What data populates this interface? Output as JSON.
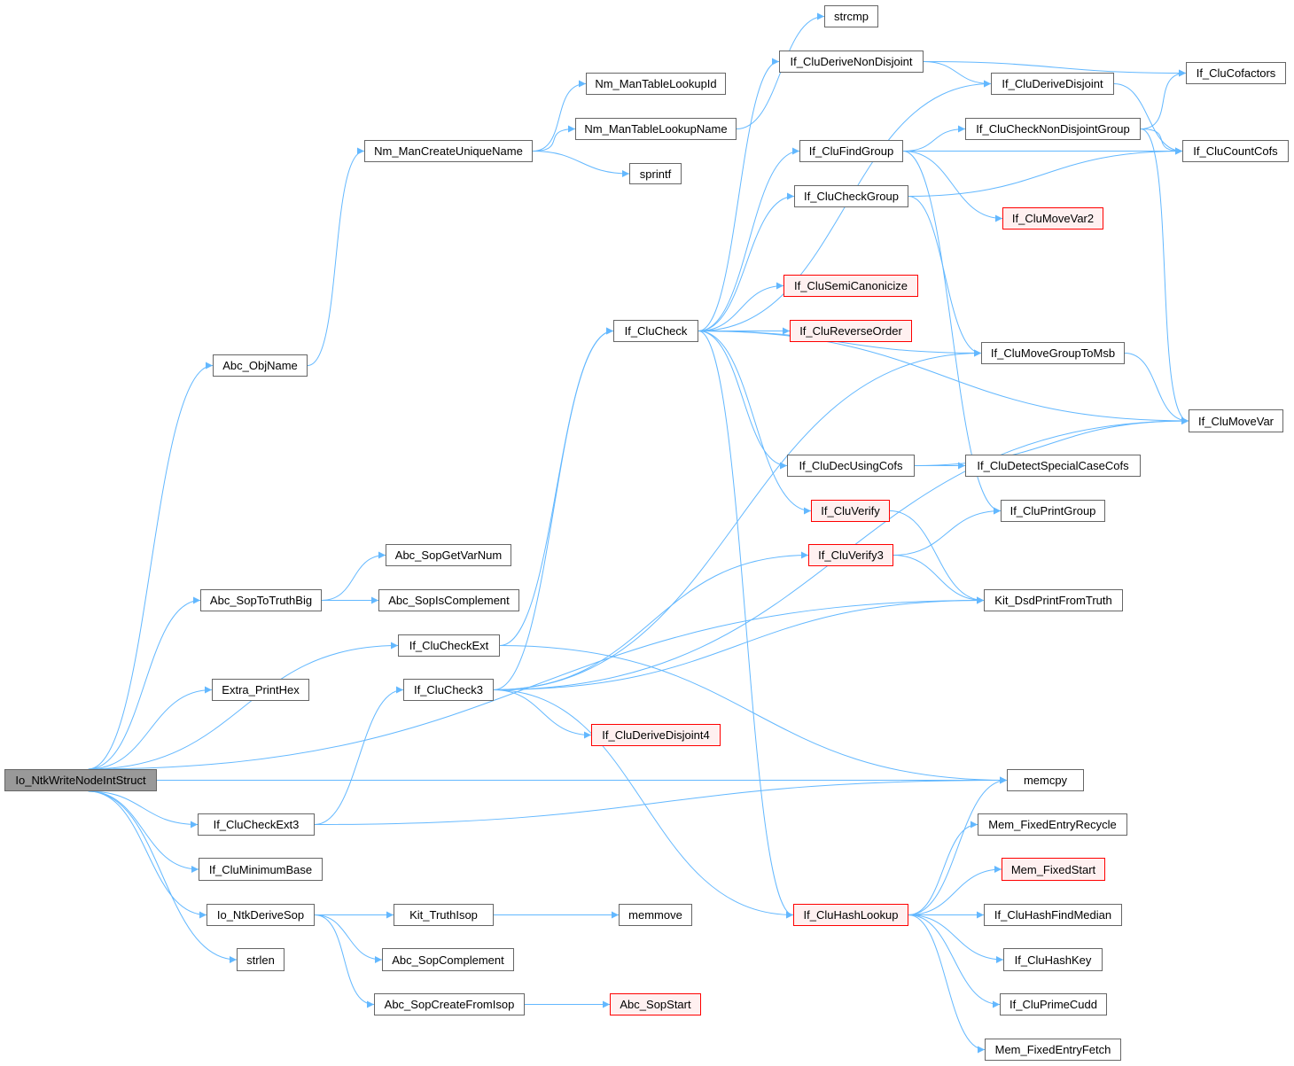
{
  "colors": {
    "edge": "#63b8ff",
    "node_border": "#666666",
    "red_border": "#ff0000",
    "red_fill": "#fff0f0",
    "root_fill": "#999999"
  },
  "nodes": [
    {
      "id": "n0",
      "label": "Io_NtkWriteNodeIntStruct",
      "style": "root"
    },
    {
      "id": "n1",
      "label": "Abc_ObjName",
      "style": "normal"
    },
    {
      "id": "n2",
      "label": "Nm_ManCreateUniqueName",
      "style": "normal"
    },
    {
      "id": "n3",
      "label": "Nm_ManTableLookupId",
      "style": "normal"
    },
    {
      "id": "n4",
      "label": "Nm_ManTableLookupName",
      "style": "normal"
    },
    {
      "id": "n5",
      "label": "sprintf",
      "style": "normal"
    },
    {
      "id": "n6",
      "label": "strcmp",
      "style": "normal"
    },
    {
      "id": "n7",
      "label": "Abc_SopGetVarNum",
      "style": "normal"
    },
    {
      "id": "n8",
      "label": "Abc_SopToTruthBig",
      "style": "normal"
    },
    {
      "id": "n9",
      "label": "Abc_SopIsComplement",
      "style": "normal"
    },
    {
      "id": "n10",
      "label": "If_CluCheckExt",
      "style": "normal"
    },
    {
      "id": "n11",
      "label": "Extra_PrintHex",
      "style": "normal"
    },
    {
      "id": "n12",
      "label": "If_CluCheck3",
      "style": "normal"
    },
    {
      "id": "n13",
      "label": "If_CluDeriveDisjoint4",
      "style": "red"
    },
    {
      "id": "n14",
      "label": "If_CluCheckExt3",
      "style": "normal"
    },
    {
      "id": "n15",
      "label": "If_CluMinimumBase",
      "style": "normal"
    },
    {
      "id": "n16",
      "label": "Io_NtkDeriveSop",
      "style": "normal"
    },
    {
      "id": "n17",
      "label": "Kit_TruthIsop",
      "style": "normal"
    },
    {
      "id": "n18",
      "label": "memmove",
      "style": "normal"
    },
    {
      "id": "n19",
      "label": "strlen",
      "style": "normal"
    },
    {
      "id": "n20",
      "label": "Abc_SopComplement",
      "style": "normal"
    },
    {
      "id": "n21",
      "label": "Abc_SopCreateFromIsop",
      "style": "normal"
    },
    {
      "id": "n22",
      "label": "Abc_SopStart",
      "style": "red"
    },
    {
      "id": "n23",
      "label": "If_CluCheck",
      "style": "normal"
    },
    {
      "id": "n24",
      "label": "If_CluDeriveNonDisjoint",
      "style": "normal"
    },
    {
      "id": "n25",
      "label": "If_CluDeriveDisjoint",
      "style": "normal"
    },
    {
      "id": "n26",
      "label": "If_CluCofactors",
      "style": "normal"
    },
    {
      "id": "n27",
      "label": "If_CluCheckNonDisjointGroup",
      "style": "normal"
    },
    {
      "id": "n28",
      "label": "If_CluCountCofs",
      "style": "normal"
    },
    {
      "id": "n29",
      "label": "If_CluFindGroup",
      "style": "normal"
    },
    {
      "id": "n30",
      "label": "If_CluCheckGroup",
      "style": "normal"
    },
    {
      "id": "n31",
      "label": "If_CluMoveVar2",
      "style": "red"
    },
    {
      "id": "n32",
      "label": "If_CluSemiCanonicize",
      "style": "red"
    },
    {
      "id": "n33",
      "label": "If_CluReverseOrder",
      "style": "red"
    },
    {
      "id": "n34",
      "label": "If_CluMoveGroupToMsb",
      "style": "normal"
    },
    {
      "id": "n35",
      "label": "If_CluMoveVar",
      "style": "normal"
    },
    {
      "id": "n36",
      "label": "If_CluDecUsingCofs",
      "style": "normal"
    },
    {
      "id": "n37",
      "label": "If_CluDetectSpecialCaseCofs",
      "style": "normal"
    },
    {
      "id": "n38",
      "label": "If_CluVerify",
      "style": "red"
    },
    {
      "id": "n39",
      "label": "If_CluPrintGroup",
      "style": "normal"
    },
    {
      "id": "n40",
      "label": "If_CluVerify3",
      "style": "red"
    },
    {
      "id": "n41",
      "label": "Kit_DsdPrintFromTruth",
      "style": "normal"
    },
    {
      "id": "n42",
      "label": "memcpy",
      "style": "normal"
    },
    {
      "id": "n43",
      "label": "Mem_FixedEntryRecycle",
      "style": "normal"
    },
    {
      "id": "n44",
      "label": "Mem_FixedStart",
      "style": "red"
    },
    {
      "id": "n45",
      "label": "If_CluHashLookup",
      "style": "red"
    },
    {
      "id": "n46",
      "label": "If_CluHashFindMedian",
      "style": "normal"
    },
    {
      "id": "n47",
      "label": "If_CluHashKey",
      "style": "normal"
    },
    {
      "id": "n48",
      "label": "If_CluPrimeCudd",
      "style": "normal"
    },
    {
      "id": "n49",
      "label": "Mem_FixedEntryFetch",
      "style": "normal"
    }
  ],
  "edges": [
    [
      "n0",
      "n1"
    ],
    [
      "n0",
      "n8"
    ],
    [
      "n0",
      "n11"
    ],
    [
      "n0",
      "n10"
    ],
    [
      "n0",
      "n41"
    ],
    [
      "n0",
      "n42"
    ],
    [
      "n0",
      "n14"
    ],
    [
      "n0",
      "n15"
    ],
    [
      "n0",
      "n16"
    ],
    [
      "n0",
      "n19"
    ],
    [
      "n1",
      "n2"
    ],
    [
      "n2",
      "n3"
    ],
    [
      "n2",
      "n4"
    ],
    [
      "n2",
      "n5"
    ],
    [
      "n4",
      "n6"
    ],
    [
      "n8",
      "n7"
    ],
    [
      "n8",
      "n9"
    ],
    [
      "n10",
      "n23"
    ],
    [
      "n10",
      "n42"
    ],
    [
      "n14",
      "n12"
    ],
    [
      "n14",
      "n42"
    ],
    [
      "n12",
      "n23"
    ],
    [
      "n12",
      "n34"
    ],
    [
      "n12",
      "n40"
    ],
    [
      "n12",
      "n41"
    ],
    [
      "n12",
      "n35"
    ],
    [
      "n12",
      "n13"
    ],
    [
      "n12",
      "n45"
    ],
    [
      "n16",
      "n17"
    ],
    [
      "n16",
      "n20"
    ],
    [
      "n16",
      "n21"
    ],
    [
      "n17",
      "n18"
    ],
    [
      "n21",
      "n22"
    ],
    [
      "n23",
      "n24"
    ],
    [
      "n23",
      "n25"
    ],
    [
      "n23",
      "n29"
    ],
    [
      "n23",
      "n30"
    ],
    [
      "n23",
      "n34"
    ],
    [
      "n23",
      "n32"
    ],
    [
      "n23",
      "n33"
    ],
    [
      "n23",
      "n35"
    ],
    [
      "n23",
      "n36"
    ],
    [
      "n23",
      "n38"
    ],
    [
      "n23",
      "n45"
    ],
    [
      "n24",
      "n26"
    ],
    [
      "n24",
      "n25"
    ],
    [
      "n25",
      "n28"
    ],
    [
      "n27",
      "n26"
    ],
    [
      "n27",
      "n28"
    ],
    [
      "n27",
      "n35"
    ],
    [
      "n29",
      "n27"
    ],
    [
      "n29",
      "n28"
    ],
    [
      "n29",
      "n31"
    ],
    [
      "n29",
      "n39"
    ],
    [
      "n30",
      "n28"
    ],
    [
      "n30",
      "n34"
    ],
    [
      "n34",
      "n35"
    ],
    [
      "n36",
      "n37"
    ],
    [
      "n36",
      "n35"
    ],
    [
      "n38",
      "n41"
    ],
    [
      "n40",
      "n39"
    ],
    [
      "n40",
      "n41"
    ],
    [
      "n45",
      "n42"
    ],
    [
      "n45",
      "n43"
    ],
    [
      "n45",
      "n44"
    ],
    [
      "n45",
      "n46"
    ],
    [
      "n45",
      "n47"
    ],
    [
      "n45",
      "n48"
    ],
    [
      "n45",
      "n49"
    ]
  ]
}
